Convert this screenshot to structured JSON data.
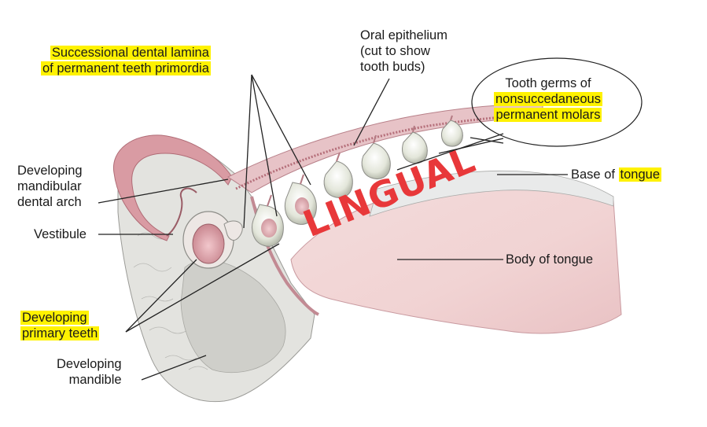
{
  "labels": {
    "successional_line1": "Successional dental lamina",
    "successional_line2": "of permanent teeth primordia",
    "oral_epithelium_line1": "Oral epithelium",
    "oral_epithelium_line2": "(cut to show",
    "oral_epithelium_line3": "tooth buds)",
    "tooth_germs_line1": "Tooth germs of",
    "tooth_germs_line2": "nonsuccedaneous",
    "tooth_germs_line3": "permanent  molars",
    "dental_arch_line1": "Developing",
    "dental_arch_line2": "mandibular",
    "dental_arch_line3": "dental arch",
    "base_of_tongue_prefix": "Base of ",
    "base_of_tongue_word": "tongue",
    "vestibule": "Vestibule",
    "body_of_tongue": "Body of tongue",
    "primary_teeth_line1": "Developing",
    "primary_teeth_line2": "primary teeth",
    "mandible_line1": "Developing",
    "mandible_line2": "mandible"
  },
  "annotation": {
    "handwritten": "LINGUAL"
  },
  "colors": {
    "highlight": "#fff200",
    "handwriting": "#e8383a",
    "tissue_pink": "#e8b9bf",
    "tissue_light": "#f5e4e4",
    "bone_gray": "#d9d9d6",
    "tooth_bud": "#e6e8df",
    "leader_line": "#222222"
  }
}
